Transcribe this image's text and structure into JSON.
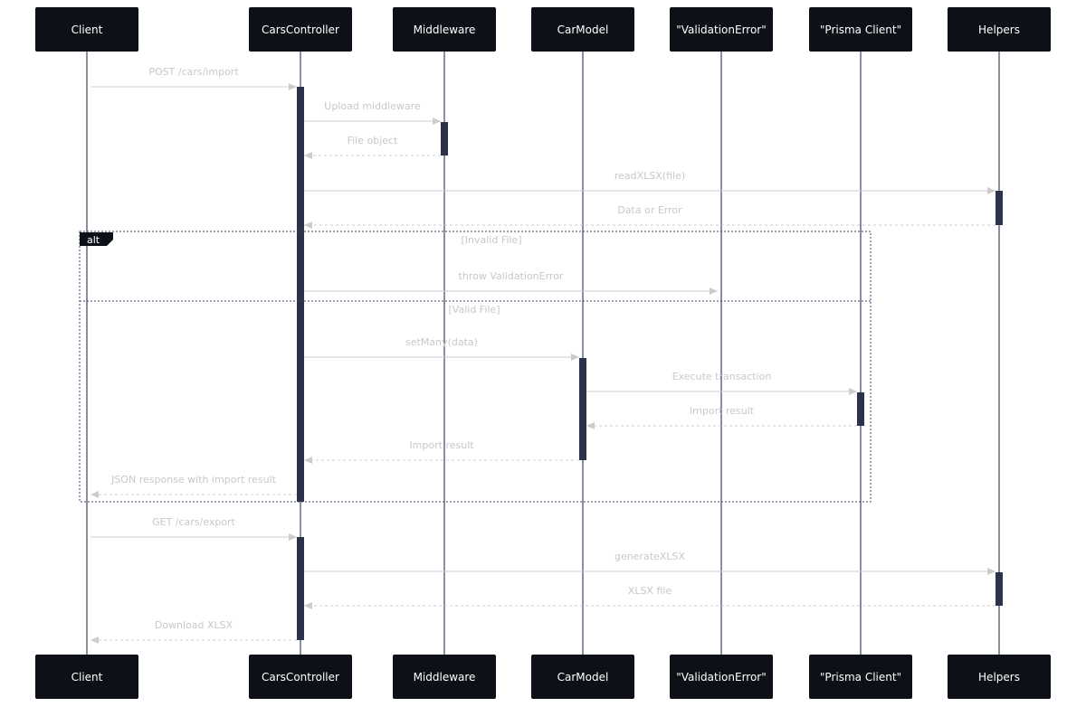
{
  "participants": [
    {
      "id": "client",
      "label": "Client"
    },
    {
      "id": "ctrl",
      "label": "CarsController"
    },
    {
      "id": "mw",
      "label": "Middleware"
    },
    {
      "id": "model",
      "label": "CarModel"
    },
    {
      "id": "verr",
      "label": "\"ValidationError\""
    },
    {
      "id": "prisma",
      "label": "\"Prisma Client\""
    },
    {
      "id": "helpers",
      "label": "Helpers"
    }
  ],
  "messages": [
    {
      "from": "client",
      "to": "ctrl",
      "label": "POST /cars/import",
      "style": "solid"
    },
    {
      "from": "ctrl",
      "to": "mw",
      "label": "Upload middleware",
      "style": "solid"
    },
    {
      "from": "mw",
      "to": "ctrl",
      "label": "File object",
      "style": "dashed"
    },
    {
      "from": "ctrl",
      "to": "helpers",
      "label": "readXLSX(file)",
      "style": "solid"
    },
    {
      "from": "helpers",
      "to": "ctrl",
      "label": "Data or Error",
      "style": "dashed"
    },
    {
      "from": "ctrl",
      "to": "verr",
      "label": "throw ValidationError",
      "style": "solid"
    },
    {
      "from": "ctrl",
      "to": "model",
      "label": "setMany(data)",
      "style": "solid"
    },
    {
      "from": "model",
      "to": "prisma",
      "label": "Execute transaction",
      "style": "solid"
    },
    {
      "from": "prisma",
      "to": "model",
      "label": "Import result",
      "style": "dashed"
    },
    {
      "from": "model",
      "to": "ctrl",
      "label": "Import result",
      "style": "dashed"
    },
    {
      "from": "ctrl",
      "to": "client",
      "label": "JSON response with import result",
      "style": "dashed"
    },
    {
      "from": "client",
      "to": "ctrl",
      "label": "GET /cars/export",
      "style": "solid"
    },
    {
      "from": "ctrl",
      "to": "helpers",
      "label": "generateXLSX",
      "style": "solid"
    },
    {
      "from": "helpers",
      "to": "ctrl",
      "label": "XLSX file",
      "style": "dashed"
    },
    {
      "from": "ctrl",
      "to": "client",
      "label": "Download XLSX",
      "style": "dashed"
    }
  ],
  "alt_fragment": {
    "tag": "alt",
    "sections": [
      {
        "condition": "[Invalid File]"
      },
      {
        "condition": "[Valid File]"
      }
    ]
  },
  "colors": {
    "actor_fill": "#0d1117",
    "actor_text": "#ffffff",
    "lifeline": "#3b4468",
    "activation": "#2b3249",
    "message": "#cccccc",
    "label": "#c8c8c8",
    "fragment_border": "#3b4468"
  }
}
